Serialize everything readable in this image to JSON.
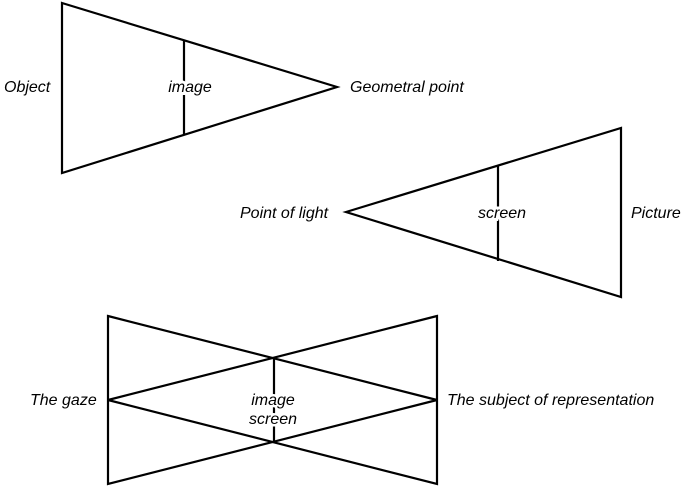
{
  "diagram_1": {
    "left_label": "Object",
    "center_label": "image",
    "right_label": "Geometral point"
  },
  "diagram_2": {
    "left_label": "Point of light",
    "center_label": "screen",
    "right_label": "Picture"
  },
  "diagram_3": {
    "left_label": "The gaze",
    "center_label_top": "image",
    "center_label_bottom": "screen",
    "right_label": "The subject of representation"
  },
  "colors": {
    "line": "#000000",
    "background": "#ffffff"
  }
}
